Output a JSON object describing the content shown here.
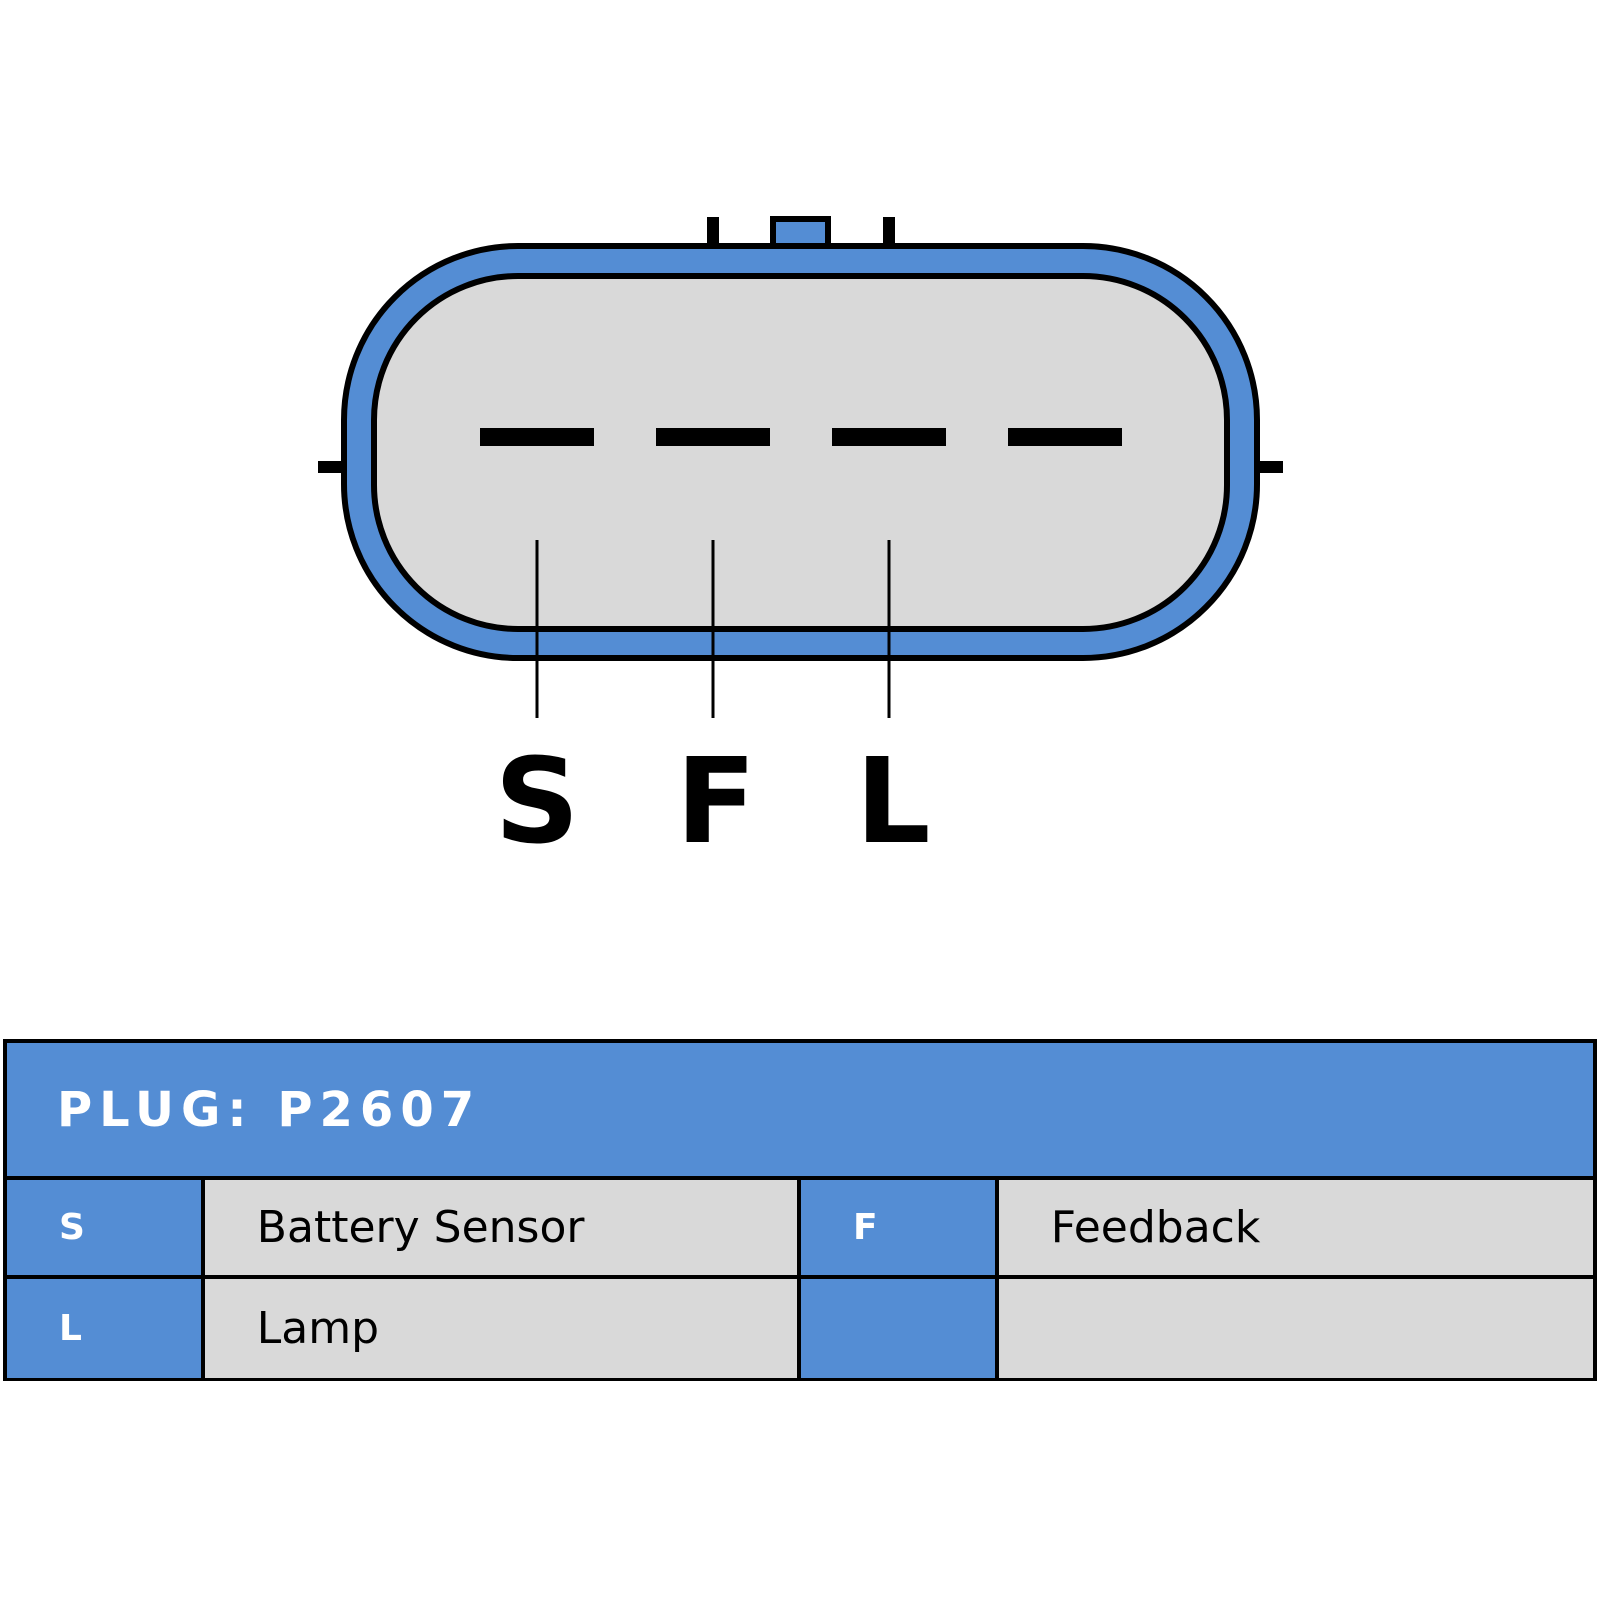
{
  "connector": {
    "body_color": "#548dd4",
    "face_color": "#d9d9d9",
    "outline_color": "#000000",
    "terminal_count": 4,
    "pin_labels": [
      "S",
      "F",
      "L"
    ]
  },
  "table": {
    "header_color": "#548dd4",
    "cell_color": "#d9d9d9",
    "title": "PLUG: P2607",
    "rows": [
      [
        {
          "code": "S",
          "description": "Battery Sensor"
        },
        {
          "code": "F",
          "description": "Feedback"
        }
      ],
      [
        {
          "code": "L",
          "description": "Lamp"
        },
        {
          "code": "",
          "description": ""
        }
      ]
    ]
  }
}
